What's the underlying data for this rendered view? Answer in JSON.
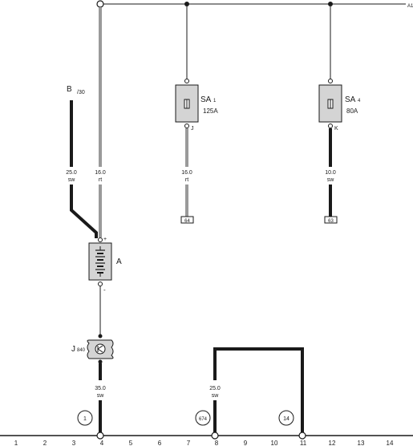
{
  "bus": {
    "label": "A1"
  },
  "terminal": {
    "name": "B",
    "sub": "/30"
  },
  "fuses": [
    {
      "name": "SA",
      "sub": "1",
      "rating": "125A",
      "pin": "J"
    },
    {
      "name": "SA",
      "sub": "4",
      "rating": "80A",
      "pin": "K"
    }
  ],
  "wires": [
    {
      "size": "25.0",
      "color": "sw"
    },
    {
      "size": "16.0",
      "color": "rt"
    },
    {
      "size": "16.0",
      "color": "rt"
    },
    {
      "size": "10.0",
      "color": "sw"
    },
    {
      "size": "35.0",
      "color": "sw"
    },
    {
      "size": "25.0",
      "color": "sw"
    }
  ],
  "connectors": [
    "64",
    "63"
  ],
  "battery": {
    "label": "A",
    "plus": "+",
    "minus": "-"
  },
  "relay": {
    "name": "J",
    "sub": "840"
  },
  "ground_points": [
    "1",
    "674",
    "14"
  ],
  "ruler": [
    "1",
    "2",
    "3",
    "4",
    "5",
    "6",
    "7",
    "8",
    "9",
    "10",
    "11",
    "12",
    "13",
    "14"
  ],
  "colors": {
    "grey_wire": "#9a9a9a",
    "component_fill": "#d4d4d4",
    "line": "#1a1a1a"
  }
}
